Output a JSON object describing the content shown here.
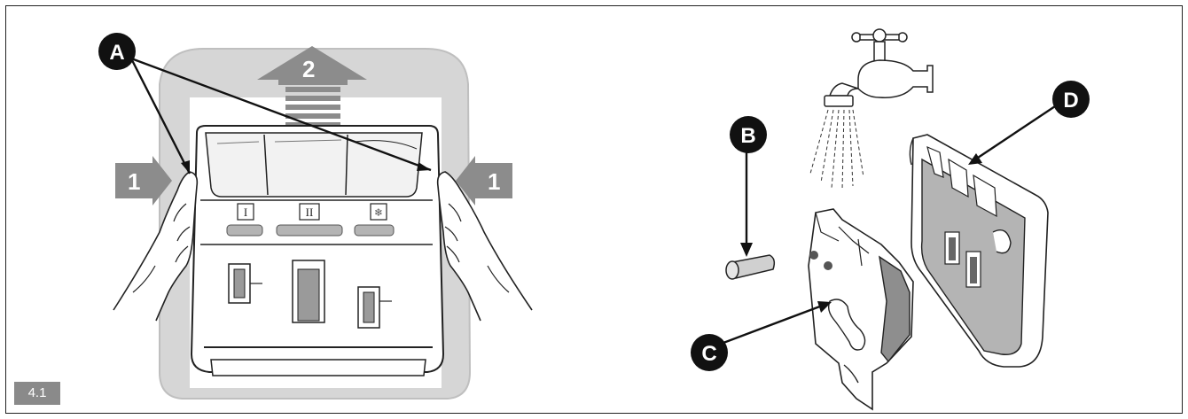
{
  "figure_label": "4.1",
  "callouts": {
    "a": "A",
    "b": "B",
    "c": "C",
    "d": "D"
  },
  "step_numbers": {
    "push_left": "1",
    "push_right": "1",
    "lift_up": "2"
  },
  "compartment_marks": {
    "first": "I",
    "second": "II",
    "softener": "❄"
  },
  "colors": {
    "outline": "#222222",
    "arrow_fill": "#8c8c8c",
    "drawer_frame": "#d2d2d2",
    "inner_gray": "#b4b4b4",
    "callout_bg": "#111111"
  }
}
